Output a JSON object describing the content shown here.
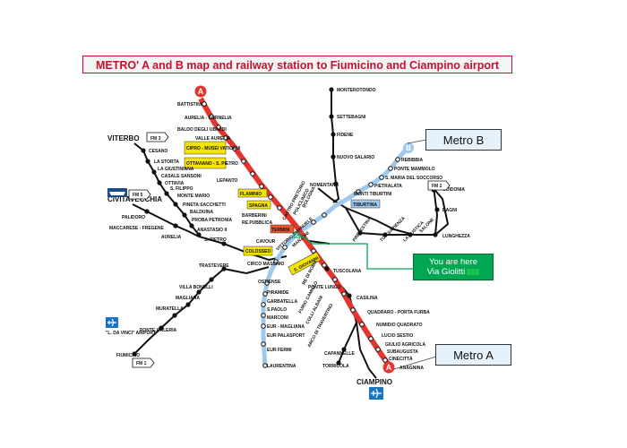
{
  "title": "METRO' A and B map and railway station to Fiumicino and Ciampino airport",
  "callouts": {
    "metro_b": "Metro B",
    "metro_a": "Metro A",
    "you_here_line1": "You are here",
    "you_here_line2": "Via Giolitti"
  },
  "line_badges": {
    "a_top": "A",
    "a_bottom": "A",
    "b": "B"
  },
  "fm_badges": {
    "fm3": "FM 3",
    "fm5": "FM 5",
    "fm2": "FM 2",
    "fm1": "FM 1"
  },
  "cities": {
    "viterbo": "VITERBO",
    "civitavecchia": "CIVITAVECCHIA",
    "ciampino": "CIAMPINO",
    "fiumicino_airport": "\"L. DA VINCI\" AIRPORT"
  },
  "stations": {
    "battistini": "BATTISTINI",
    "aurelia_cornelia": "AURELIA - CORNELIA",
    "baldo": "BALDO DEGLI UBALDI",
    "valle_aurelia": "VALLE AURELIA",
    "cipro": "CIPRO - MUSEI VATICANI",
    "ottaviano": "OTTAVIANO - S. PIETRO",
    "lepanto": "LEPANTO",
    "flaminio": "FLAMINIO",
    "spagna": "SPAGNA",
    "barberini": "BARBERINI",
    "repubblica": "RE.PUBBLICA",
    "termini": "TERMINI",
    "vittorio": "VITTORIO EMANUELE",
    "manzoni": "MANZONI",
    "s_giovanni": "S. GIOVANNI",
    "re_di_roma": "RE DI ROMA",
    "ponte_lungo": "PONTE LUNGO",
    "furio_camillo": "FURIO CAMILLO",
    "colli_albani": "COLLI ALBANI",
    "arco_travertino": "ARCO DI TRAVERTINO",
    "porta_furba": "QUADRARO - PORTA FURBA",
    "numidio": "NUMIDIO QUADRATO",
    "lucio_sestio": "LUCIO SESTIO",
    "giulio_agricola": "GIULIO AGRICOLA",
    "subaugusta": "SUBAUGUSTA",
    "cinecitta": "CINECITTÀ",
    "anagnina": "ANAGNINA",
    "rebibbia": "REBIBBIA",
    "ponte_mammolo": "PONTE MAMMOLO",
    "s_maria_soccorso": "S. MARIA DEL SOCCORSO",
    "pietralata": "PIETRALATA",
    "monti_tiburtini": "MONTI TIBURTINI",
    "tiburtina": "TIBURTINA",
    "bologna": "BOLOGNA",
    "policlinico": "POLICLINICO",
    "castro_pretorio": "CASTRO PRETORIO",
    "cavour": "CAVOUR",
    "colosseo": "COLOSSEO",
    "circo_massimo": "CIRCO MASSIMO",
    "piramide": "PIRAMIDE",
    "garbatella": "GARBATELLA",
    "s_paolo": "S.PAOLO",
    "marconi": "MARCONI",
    "eur_magliana": "EUR - MAGLIANA",
    "eur_palasport": "EUR PALASPORT",
    "eur_fermi": "EUR FERMI",
    "laurentina": "LAURENTINA",
    "ostiense": "OSTIENSE",
    "monterotondo": "MONTEROTONDO",
    "settebagni": "SETTEBAGNI",
    "fidene": "FIDENE",
    "nuovo_salario": "NUOVO SALARIO",
    "nomentana": "NOMENTANA",
    "prenestina": "PRENESTINA",
    "tor_sapienza": "TOR SAPIENZA",
    "la_rustica": "LA RUSTICA",
    "salone": "SALONE",
    "lunghezza": "LUNGHEZZA",
    "bagni": "BAGNI",
    "guidonia": "GUIDONIA",
    "tuscolana": "TUSCOLANA",
    "casilina": "CASILINA",
    "capannelle": "CAPANNELLE",
    "torricola": "TORRICOLA",
    "cesano": "CESANO",
    "la_storta": "LA STORTA",
    "la_giustiniana": "LA GIUSTINIANA",
    "casale": "CASALE SANSONI",
    "ottavia": "OTTAVIA",
    "s_filippo": "S. FILIPPO",
    "monte_mario": "MONTE MARIO",
    "pineta": "PINETA SACCHETTI",
    "balduina": "BALDUINA",
    "proba": "PROBA PETRONIA",
    "anastasio": "ANASTASIO II",
    "s_pietro": "S. PIETRO",
    "aurelia": "AURELIA",
    "palidoro": "PALIDORO",
    "maccarese": "MACCARESE - FREGENE",
    "trastevere": "TRASTEVERE",
    "villa_bonelli": "VILLA BONELLI",
    "magliana": "MAGLIANA",
    "muratella": "MURATELLA",
    "ponte_galeria": "PONTE GALERIA",
    "fiumicino": "FIUMICINO"
  },
  "colors": {
    "line_a": "#e3342f",
    "line_b": "#9ec9ec",
    "rail": "#111111",
    "highlight": "#f5e400",
    "green": "#00a651"
  }
}
